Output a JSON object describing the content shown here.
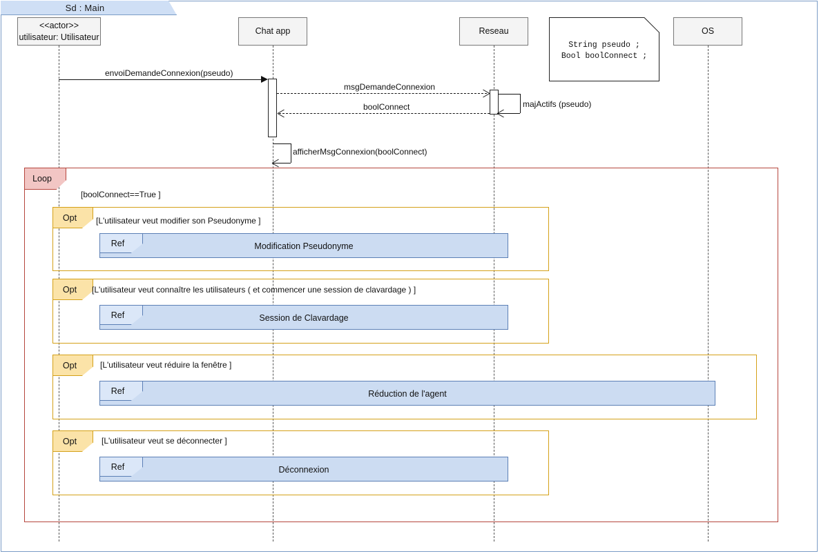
{
  "diagram": {
    "tab_label": "Sd :  Main",
    "accent_blue": "#cfdff5",
    "loop_color": "#f2c6c4",
    "opt_color": "#fbe3a8",
    "ref_color": "#ccdcf2"
  },
  "lifelines": [
    {
      "name": "actor",
      "stereotype": "<<actor>>",
      "label": "utilisateur: Utilisateur"
    },
    {
      "name": "chat-app",
      "stereotype": "",
      "label": "Chat app"
    },
    {
      "name": "reseau",
      "stereotype": "",
      "label": "Reseau"
    },
    {
      "name": "os",
      "stereotype": "",
      "label": "OS"
    }
  ],
  "note": {
    "line1": "String pseudo ;",
    "line2": "Bool boolConnect ;"
  },
  "messages": [
    {
      "label": "envoiDemandeConnexion(pseudo)",
      "kind": "call"
    },
    {
      "label": "msgDemandeConnexion",
      "kind": "async-dashed"
    },
    {
      "label": "boolConnect",
      "kind": "return-dashed"
    },
    {
      "label": "majActifs (pseudo)",
      "kind": "self"
    },
    {
      "label": "afficherMsgConnexion(boolConnect)",
      "kind": "self"
    }
  ],
  "loop_fragment": {
    "operator": "Loop",
    "guard": "[boolConnect==True ]"
  },
  "opt_fragments": [
    {
      "operator": "Opt",
      "guard": "[L'utilisateur veut modifier son Pseudonyme ]",
      "ref_label": "Ref",
      "ref_title": "Modification Pseudonyme"
    },
    {
      "operator": "Opt",
      "guard": "[L'utilisateur veut connaître les utilisateurs ( et commencer une session de clavardage ) ]",
      "ref_label": "Ref",
      "ref_title": "Session de Clavardage"
    },
    {
      "operator": "Opt",
      "guard": "[L'utilisateur veut réduire la fenêtre ]",
      "ref_label": "Ref",
      "ref_title": "Réduction de l'agent"
    },
    {
      "operator": "Opt",
      "guard": "[L'utilisateur veut se déconnecter ]",
      "ref_label": "Ref",
      "ref_title": "Déconnexion"
    }
  ]
}
